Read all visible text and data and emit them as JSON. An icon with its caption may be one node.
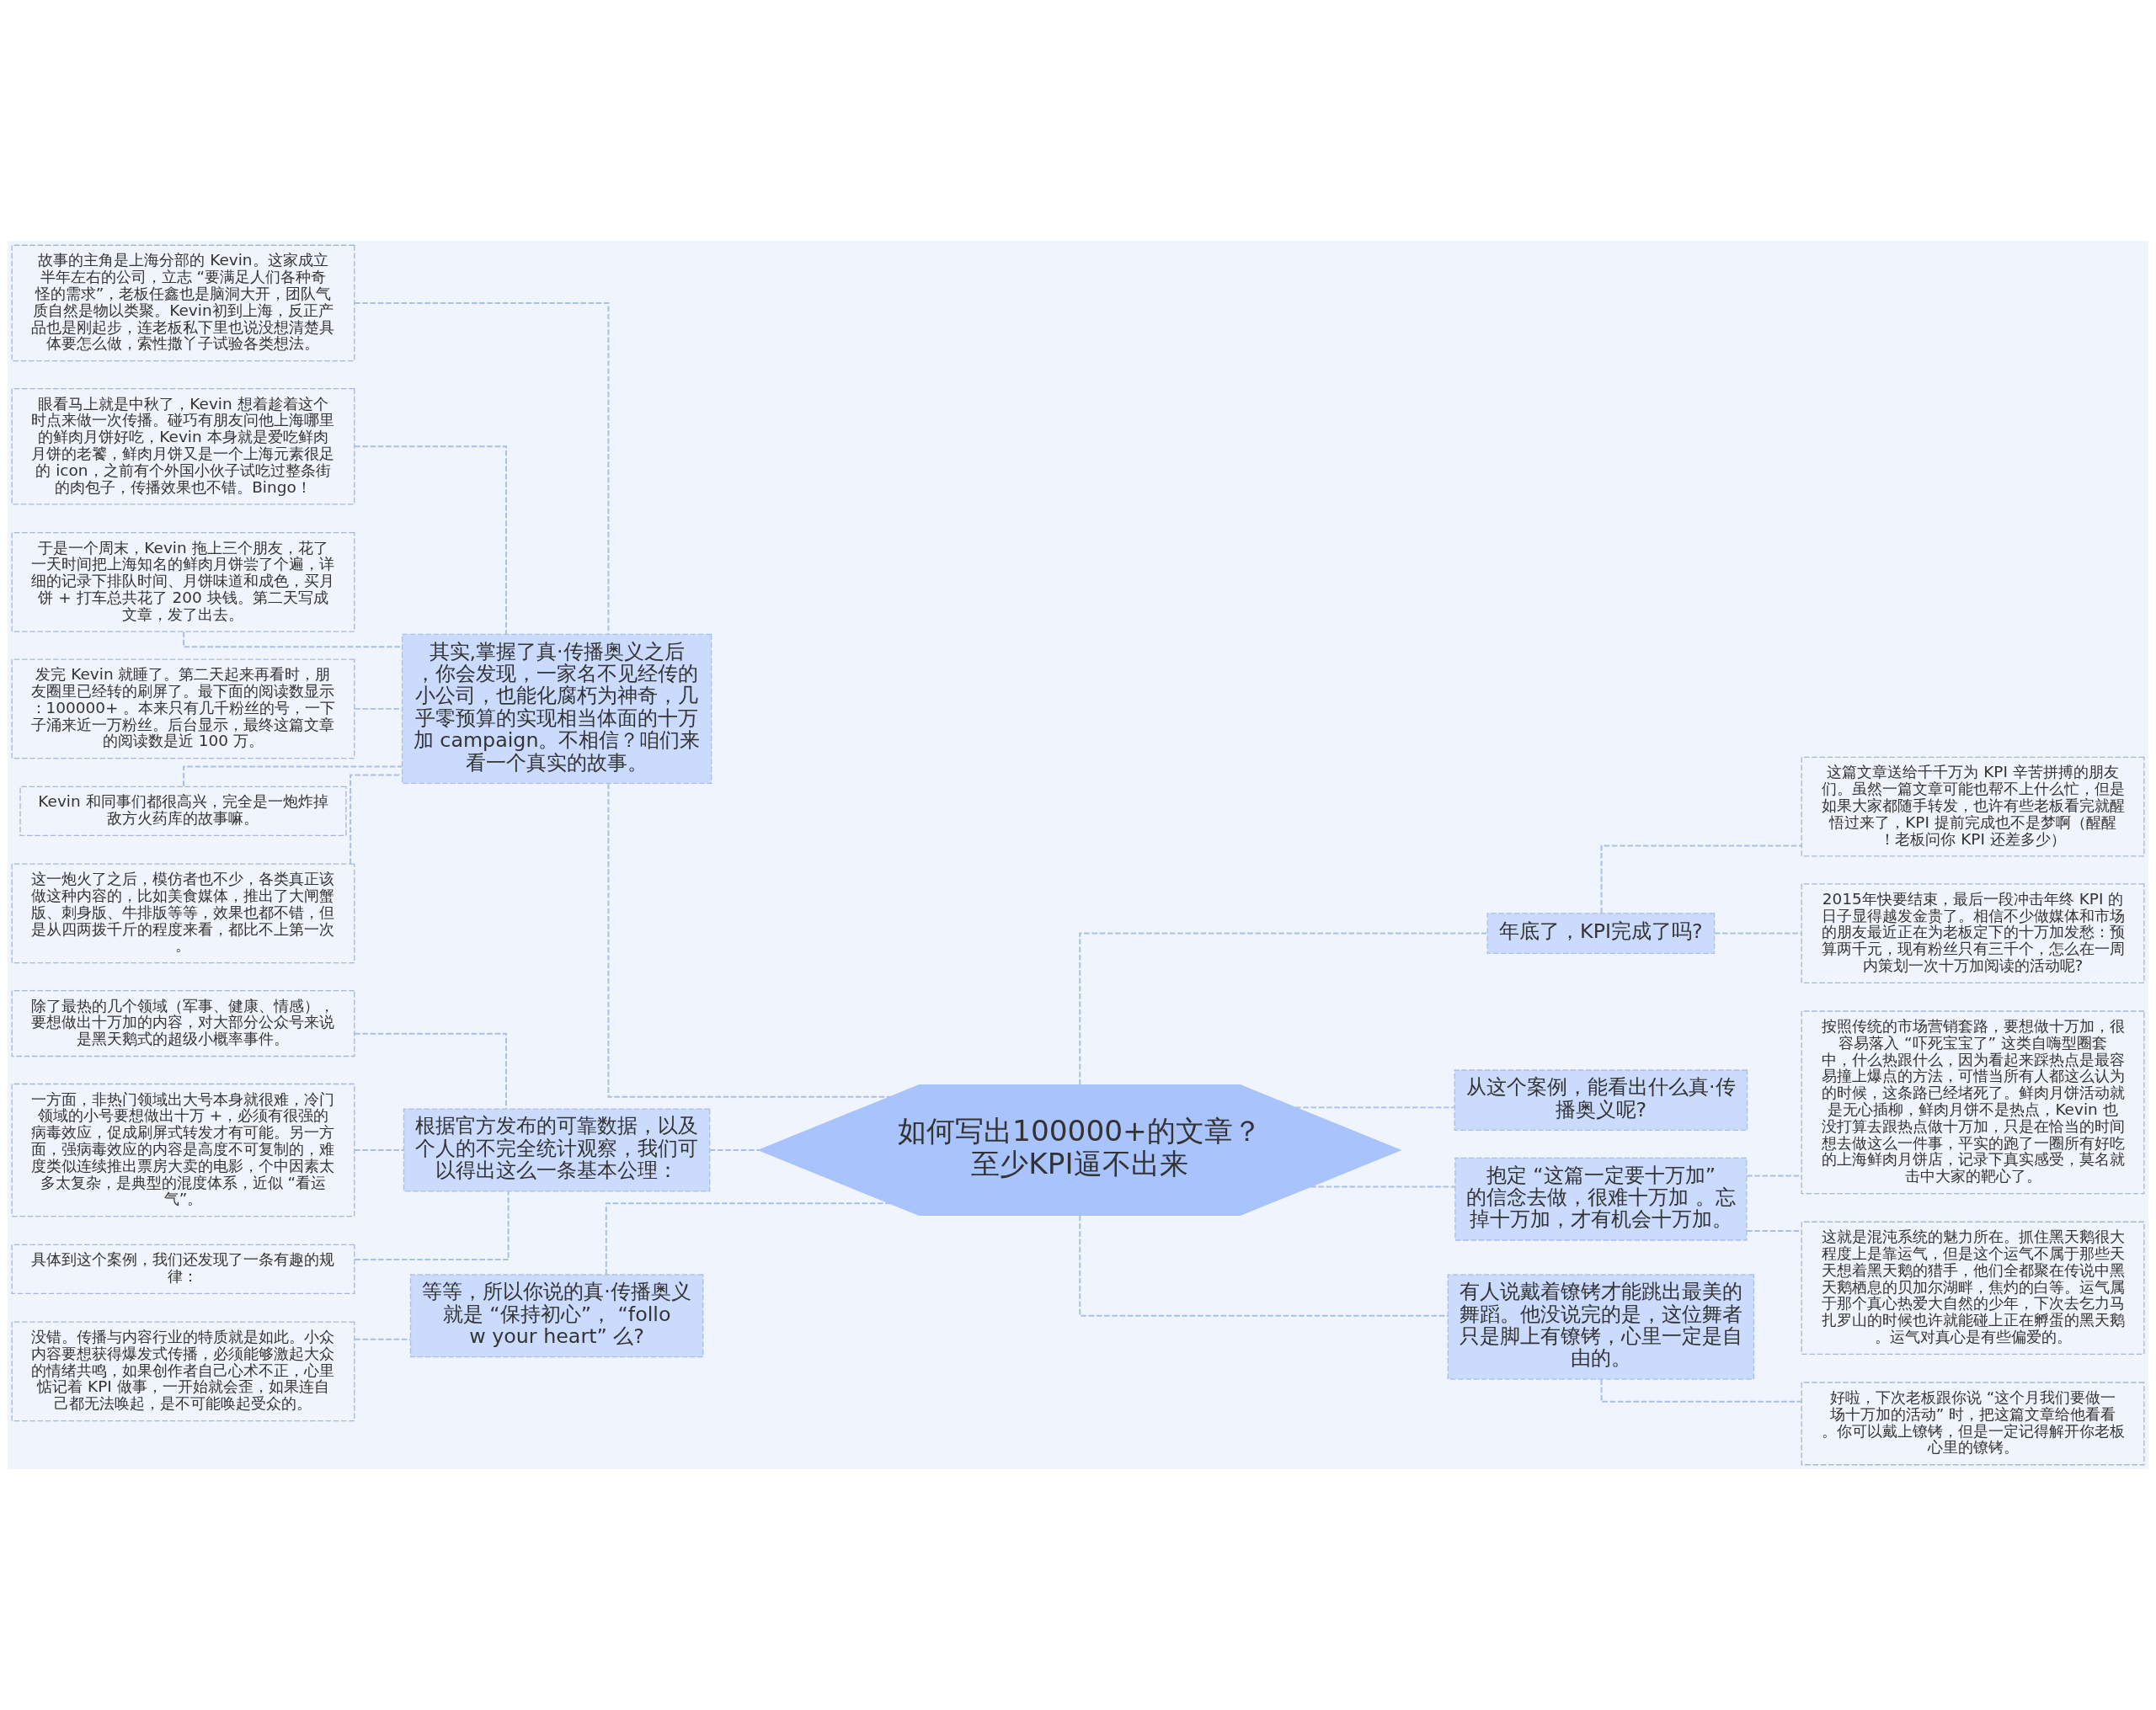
{
  "diagram": {
    "nodes": [
      {
        "text": [
          "如何写出100000+的文章？至少KPI逼不出来"
        ]
      },
      {
        "text": [
          "其实,掌握了真·传播奥义之后，你会发现，一家名不见经传的小公司，也能化腐朽为神奇，几乎零预算的实现相当体面的十万加 campaign。不相信？咱们来看一个真实的故事。"
        ]
      },
      {
        "text": [
          "故事的主角是上海分部的 Kevin。这家成立半年左右的公司，立志 “要满足人们各种奇怪的需求”，老板任鑫也是脑洞大开，团队气质自然是物以类聚。Kevin初到上海，反正产品也是刚起步，连老板私下里也说没想清楚具体要怎么做，索性撒丫子试验各类想法。"
        ]
      },
      {
        "text": [
          "眼看马上就是中秋了，Kevin 想着趁着这个时点来做一次传播。碰巧有朋友问他上海哪里的鲜肉月饼好吃，Kevin 本身就是爱吃鲜肉月饼的老饕，鲜肉月饼又是一个上海元素很足的 icon，之前有个外国小伙子试吃过整条街的肉包子，传播效果也不错。Bingo！"
        ]
      },
      {
        "text": [
          "于是一个周末，Kevin 拖上三个朋友，花了一天时间把上海知名的鲜肉月饼尝了个遍，详细的记录下排队时间、月饼味道和成色，买月饼 + 打车总共花了 200 块钱。第二天写成文章，发了出去。"
        ]
      },
      {
        "text": [
          "发完 Kevin 就睡了。第二天起来再看时，朋友圈里已经转的刷屏了。最下面的阅读数显示：100000+ 。本来只有几千粉丝的号，一下子涌来近一万粉丝。后台显示，最终这篇文章的阅读数是近 100 万。"
        ]
      },
      {
        "text": [
          "Kevin 和同事们都很高兴，完全是一炮炸掉敌方火药库的故事嘛。"
        ]
      },
      {
        "text": [
          "这一炮火了之后，模仿者也不少，各类真正该做这种内容的，比如美食媒体，推出了大闸蟹版、刺身版、牛排版等等，效果也都不错，但是从四两拨千斤的程度来看，都比不上第一次。"
        ]
      },
      {
        "text": [
          "根据官方发布的可靠数据，以及个人的不完全统计观察，我们可以得出这么一条基本公理："
        ]
      },
      {
        "text": [
          "除了最热的几个领域（军事、健康、情感），要想做出十万加的内容，对大部分公众号来说是黑天鹅式的超级小概率事件。"
        ]
      },
      {
        "text": [
          "一方面，非热门领域出大号本身就很难，冷门领域的小号要想做出十万 +，必须有很强的病毒效应，促成刷屏式转发才有可能。另一方面，强病毒效应的内容是高度不可复制的，难度类似连续推出票房大卖的电影，个中因素太多太复杂，是典型的混度体系，近似 “看运气”。"
        ]
      },
      {
        "text": [
          "具体到这个案例，我们还发现了一条有趣的规律："
        ]
      },
      {
        "text": [
          "等等，所以你说的真·传播奥义就是 “保持初心”， “follow your heart” 么?"
        ]
      },
      {
        "text": [
          "没错。传播与内容行业的特质就是如此。小众内容要想获得爆发式传播，必须能够激起大众的情绪共鸣，如果创作者自己心术不正，心里惦记着 KPI 做事，一开始就会歪，如果连自己都无法唤起，是不可能唤起受众的。"
        ]
      },
      {
        "text": [
          "年底了，KPI完成了吗?"
        ]
      },
      {
        "text": [
          "这篇文章送给千千万为 KPI 辛苦拼搏的朋友们。虽然一篇文章可能也帮不上什么忙，但是如果大家都随手转发，也许有些老板看完就醒悟过来了，KPI 提前完成也不是梦啊（醒醒！老板问你 KPI 还差多少）"
        ]
      },
      {
        "text": [
          "2015年快要结束，最后一段冲击年终 KPI 的日子显得越发金贵了。相信不少做媒体和市场的朋友最近正在为老板定下的十万加发愁：预算两千元，现有粉丝只有三千个，怎么在一周内策划一次十万加阅读的活动呢?"
        ]
      },
      {
        "text": [
          "从这个案例，能看出什么真·传播奥义呢?"
        ]
      },
      {
        "text": [
          "抱定 “这篇一定要十万加” 的信念去做，很难十万加 。忘掉十万加，才有机会十万加。"
        ]
      },
      {
        "text": [
          "按照传统的市场营销套路，要想做十万加，很容易落入 “吓死宝宝了” 这类自嗨型圈套中，什么热跟什么，因为看起来踩热点是最容易撞上爆点的方法，可惜当所有人都这么认为的时候，这条路已经堵死了。鲜肉月饼活动就是无心插柳，鲜肉月饼不是热点，Kevin 也没打算去跟热点做十万加，只是在恰当的时间想去做这么一件事，平实的跑了一圈所有好吃的上海鲜肉月饼店，记录下真实感受，莫名就击中大家的靶心了。"
        ]
      },
      {
        "text": [
          "这就是混沌系统的魅力所在。抓住黑天鹅很大程度上是靠运气，但是这个运气不属于那些天天想着黑天鹅的猎手，他们全都聚在传说中黑天鹅栖息的贝加尔湖畔，焦灼的白等。运气属于那个真心热爱大自然的少年，下次去乞力马扎罗山的时候也许就能碰上正在孵蛋的黑天鹅。运气对真心是有些偏爱的。"
        ]
      },
      {
        "text": [
          "有人说戴着镣铐才能跳出最美的舞蹈。他没说完的是，这位舞者只是脚上有镣铐，心里一定是自由的。"
        ]
      },
      {
        "text": [
          "好啦，下次老板跟你说 “这个月我们要做一场十万加的活动” 时，把这篇文章给他看看。你可以戴上镣铐，但是一定记得解开你老板心里的镣铐。"
        ]
      }
    ],
    "edges": [
      {
        "from": 0,
        "to": 1,
        "arrow": "none",
        "style": "dashed"
      },
      {
        "from": 1,
        "to": 2,
        "arrow": "none",
        "style": "dashed"
      },
      {
        "from": 1,
        "to": 3,
        "arrow": "none",
        "style": "dashed"
      },
      {
        "from": 1,
        "to": 4,
        "arrow": "none",
        "style": "dashed"
      },
      {
        "from": 1,
        "to": 5,
        "arrow": "none",
        "style": "dashed"
      },
      {
        "from": 1,
        "to": 6,
        "arrow": "none",
        "style": "dashed"
      },
      {
        "from": 1,
        "to": 7,
        "arrow": "none",
        "style": "dashed"
      },
      {
        "from": 0,
        "to": 8,
        "arrow": "none",
        "style": "dashed"
      },
      {
        "from": 8,
        "to": 9,
        "arrow": "none",
        "style": "dashed"
      },
      {
        "from": 8,
        "to": 10,
        "arrow": "none",
        "style": "dashed"
      },
      {
        "from": 8,
        "to": 11,
        "arrow": "none",
        "style": "dashed"
      },
      {
        "from": 0,
        "to": 12,
        "arrow": "none",
        "style": "dashed"
      },
      {
        "from": 12,
        "to": 13,
        "arrow": "none",
        "style": "dashed"
      },
      {
        "from": 0,
        "to": 14,
        "arrow": "none",
        "style": "dashed"
      },
      {
        "from": 14,
        "to": 15,
        "arrow": "none",
        "style": "dashed"
      },
      {
        "from": 14,
        "to": 16,
        "arrow": "none",
        "style": "dashed"
      },
      {
        "from": 0,
        "to": 17,
        "arrow": "none",
        "style": "dashed"
      },
      {
        "from": 0,
        "to": 18,
        "arrow": "none",
        "style": "dashed"
      },
      {
        "from": 18,
        "to": 19,
        "arrow": "none",
        "style": "dashed"
      },
      {
        "from": 18,
        "to": 20,
        "arrow": "none",
        "style": "dashed"
      },
      {
        "from": 0,
        "to": 21,
        "arrow": "none",
        "style": "dashed"
      },
      {
        "from": 21,
        "to": 22,
        "arrow": "none",
        "style": "dashed"
      }
    ]
  }
}
